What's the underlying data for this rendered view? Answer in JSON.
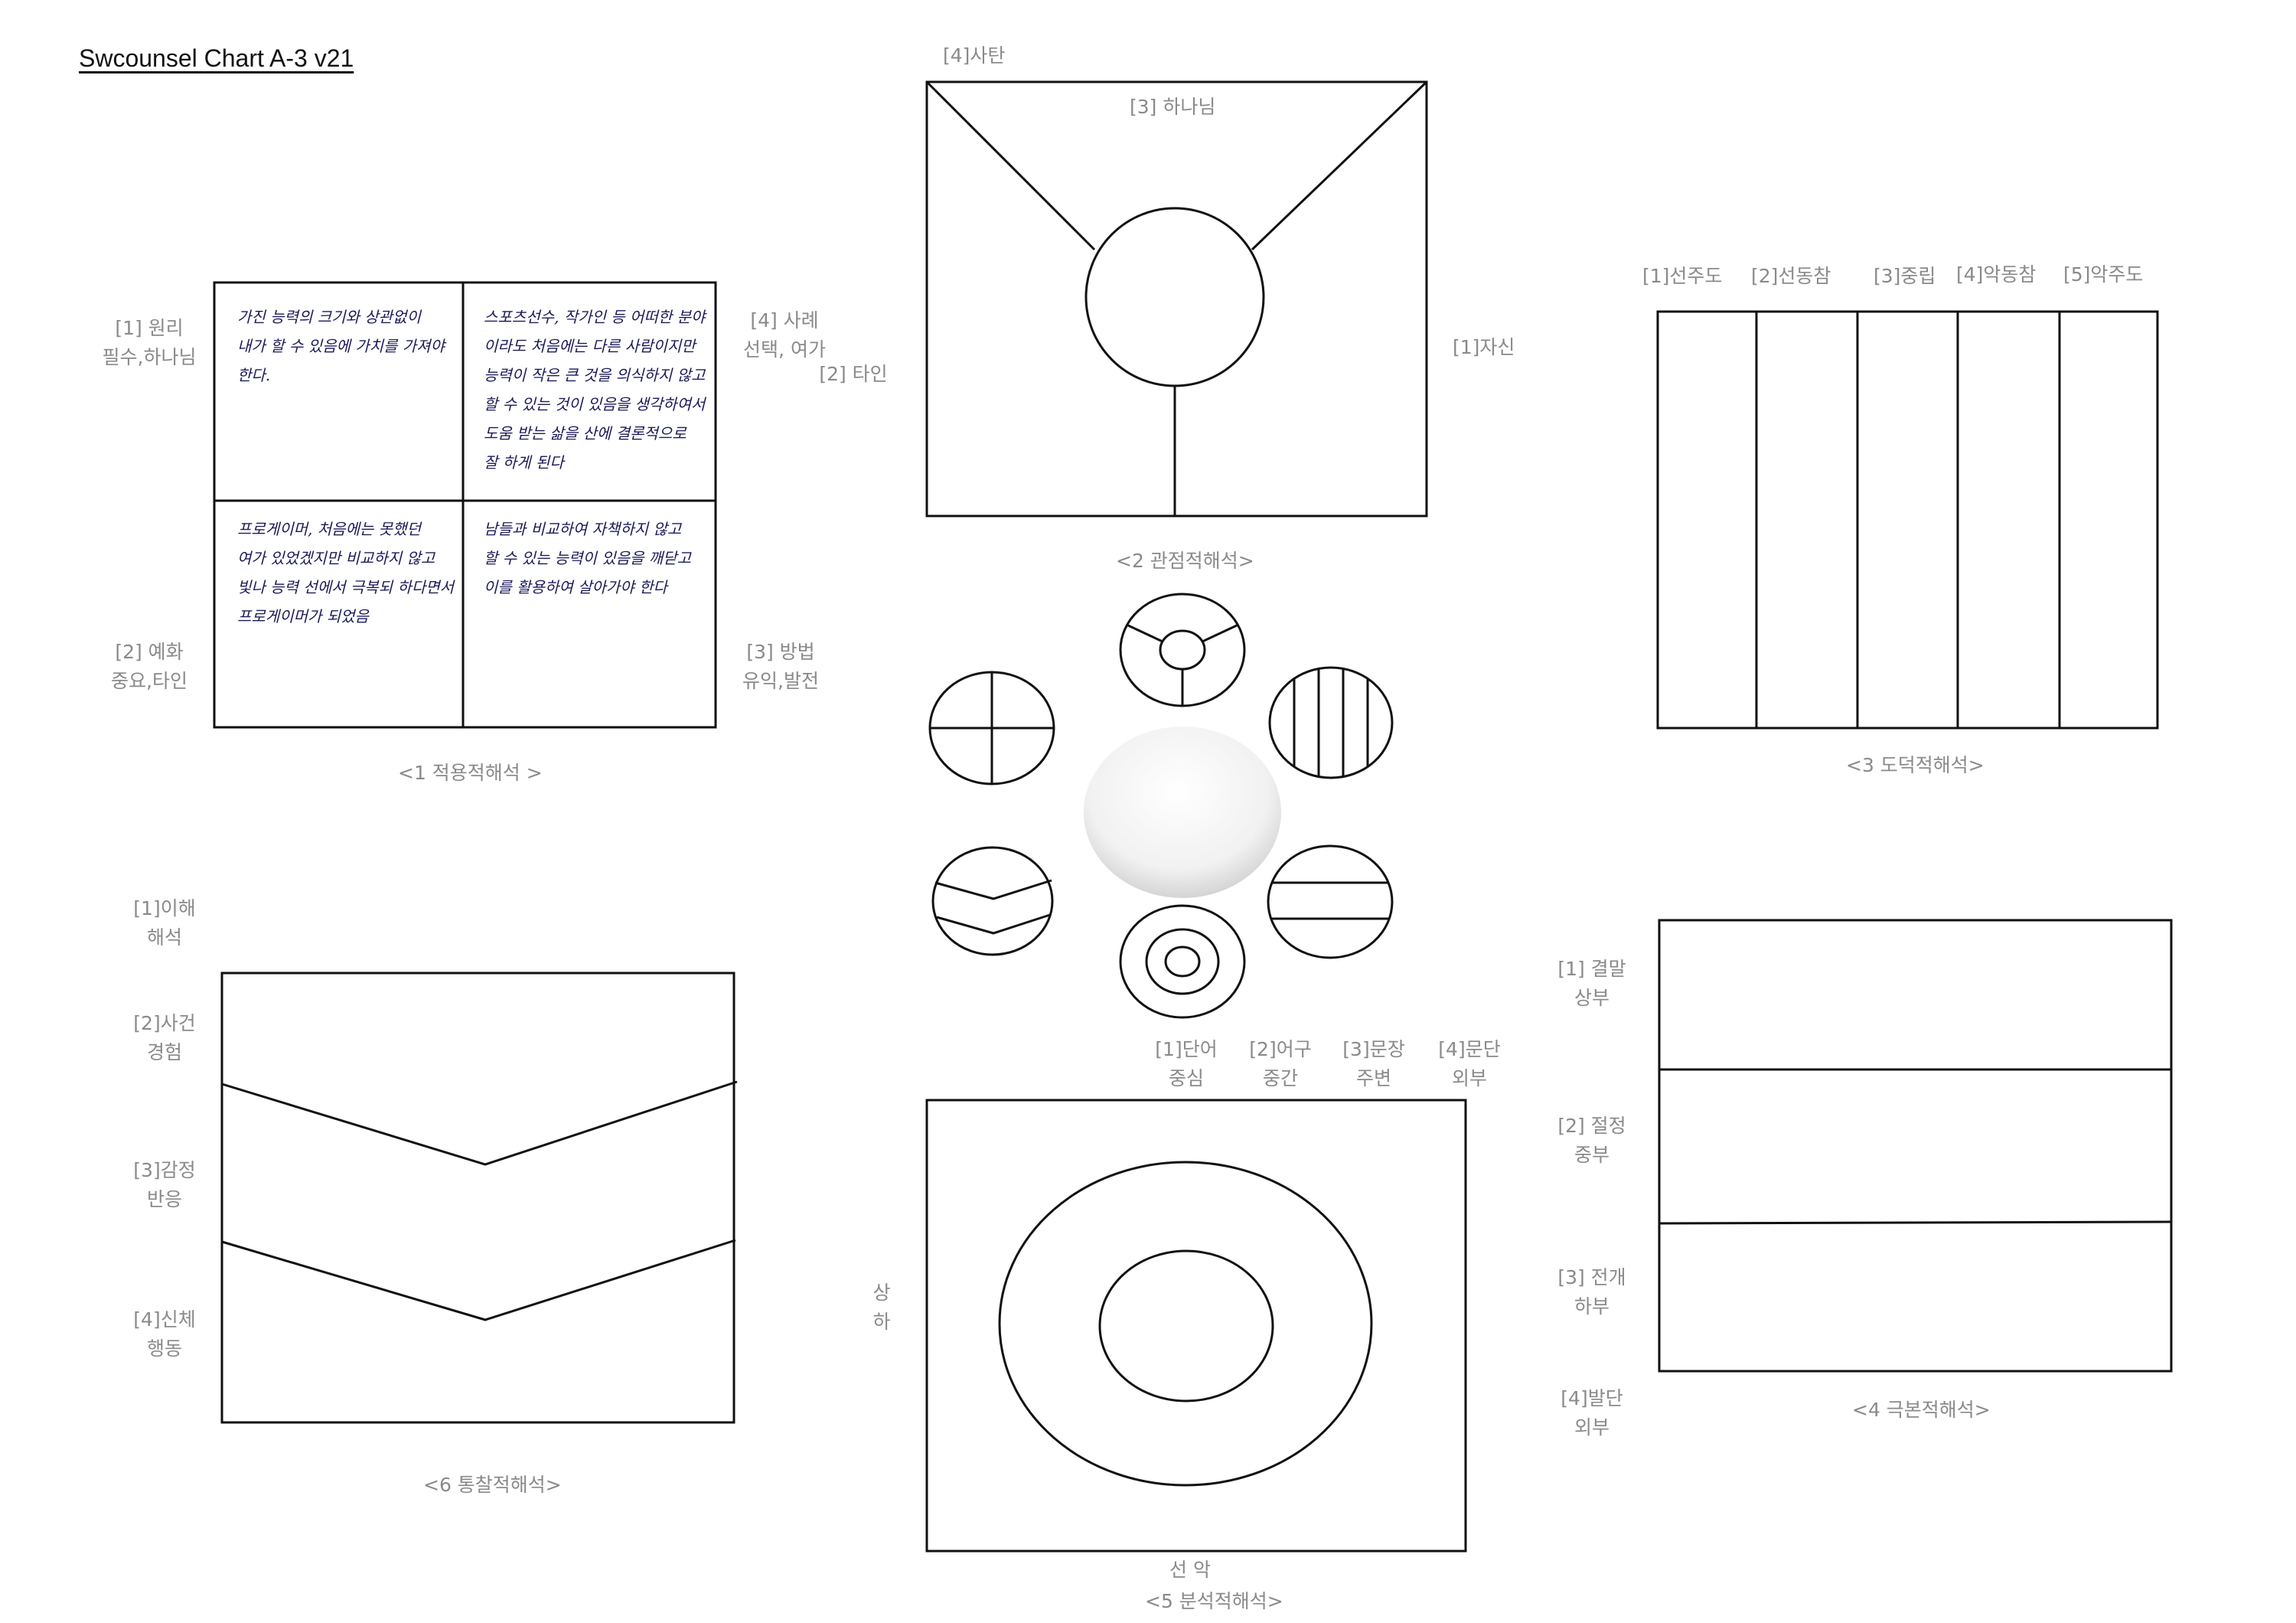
{
  "title": "Swcounsel Chart A-3 v21",
  "chart1": {
    "caption": "<1 적용적해석 >",
    "label_tl": "[1] 원리\n필수,하나님",
    "label_tr": "[4] 사례\n선택, 여가",
    "label_tr2": "[2] 타인",
    "label_bl": "[2] 예화\n중요,타인",
    "label_br": "[3] 방법\n유익,발전",
    "note_tl": "가진 능력의 크기와 상관없이\n내가 할 수 있음에 가치를 가져야\n한다.",
    "note_tr": "스포츠선수, 작가인 등 어떠한 분야\n이라도 처음에는 다른 사람이지만\n능력이 작은 큰 것을 의식하지 않고\n할 수 있는 것이 있음을 생각하여서\n도움 받는 삶을 산에 결론적으로\n잘 하게 된다",
    "note_bl": "프로게이머, 처음에는 못했던\n여가 있었겠지만 비교하지 않고\n빛나 능력 선에서 극복되 하다면서\n프로게이머가 되었음",
    "note_br": "남들과 비교하여 자책하지 않고\n할 수 있는 능력이 있음을 깨닫고\n이를 활용하여 살아가야 한다"
  },
  "chart2": {
    "caption": "<2 관점적해석>",
    "label_satan": "[4]사탄",
    "label_god": "[3] 하나님",
    "label_self": "[1]자신"
  },
  "chart3": {
    "caption": "<3 도덕적해석>",
    "columns": [
      "[1]선주도",
      "[2]선동참",
      "[3]중립",
      "[4]악동참",
      "[5]악주도"
    ]
  },
  "chart4": {
    "caption": "<4 극본적해석>",
    "rows": [
      "[1] 결말\n상부",
      "[2] 절정\n중부",
      "[3] 전개\n하부",
      "[4]발단\n외부"
    ]
  },
  "chart5": {
    "caption": "<5 분석적해석>",
    "top_labels": [
      "[1]단어\n중심",
      "[2]어구\n중간",
      "[3]문장\n주변",
      "[4]문단\n외부"
    ],
    "left_label": "상\n하",
    "bottom_label": "선  악"
  },
  "chart6": {
    "caption": "<6 통찰적해석>",
    "rows": [
      "[1]이해\n해석",
      "[2]사건\n경험",
      "[3]감정\n반응",
      "[4]신체\n행동"
    ]
  }
}
